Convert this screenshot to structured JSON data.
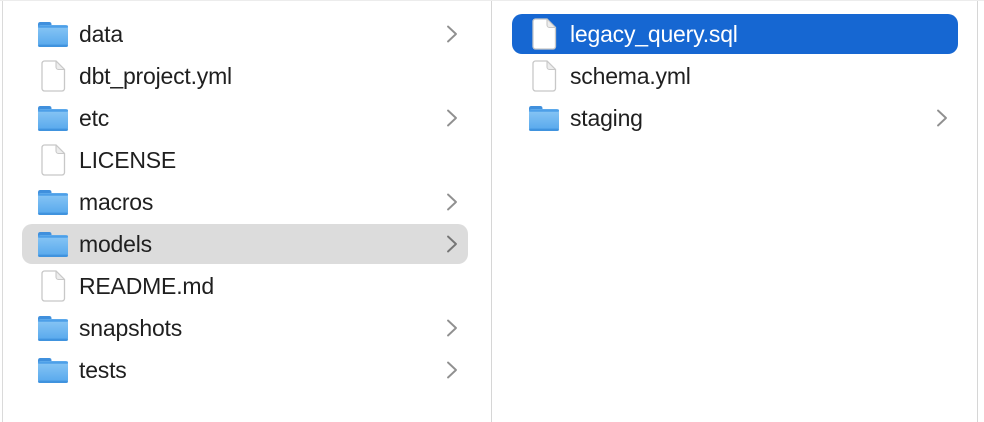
{
  "app": "finder-column-view",
  "colors": {
    "selection_active": "#1667d2",
    "selection_inactive": "#dcdcdc",
    "text": "#1f1f1f",
    "text_on_selection": "#ffffff",
    "divider": "#d6d6d6",
    "chevron": "#909090",
    "folder_blue_top": "#8ac7f5",
    "folder_blue_bottom": "#55a7ec"
  },
  "columns": [
    {
      "name": "left",
      "items": [
        {
          "label": "data",
          "type": "folder",
          "selected": false,
          "chevron": true
        },
        {
          "label": "dbt_project.yml",
          "type": "file",
          "selected": false,
          "chevron": false
        },
        {
          "label": "etc",
          "type": "folder",
          "selected": false,
          "chevron": true
        },
        {
          "label": "LICENSE",
          "type": "file",
          "selected": false,
          "chevron": false
        },
        {
          "label": "macros",
          "type": "folder",
          "selected": false,
          "chevron": true
        },
        {
          "label": "models",
          "type": "folder",
          "selected": true,
          "selection_style": "inactive",
          "chevron": true
        },
        {
          "label": "README.md",
          "type": "file",
          "selected": false,
          "chevron": false
        },
        {
          "label": "snapshots",
          "type": "folder",
          "selected": false,
          "chevron": true
        },
        {
          "label": "tests",
          "type": "folder",
          "selected": false,
          "chevron": true
        }
      ]
    },
    {
      "name": "right",
      "items": [
        {
          "label": "legacy_query.sql",
          "type": "file",
          "selected": true,
          "selection_style": "active",
          "chevron": false
        },
        {
          "label": "schema.yml",
          "type": "file",
          "selected": false,
          "chevron": false
        },
        {
          "label": "staging",
          "type": "folder",
          "selected": false,
          "chevron": true
        }
      ]
    }
  ]
}
